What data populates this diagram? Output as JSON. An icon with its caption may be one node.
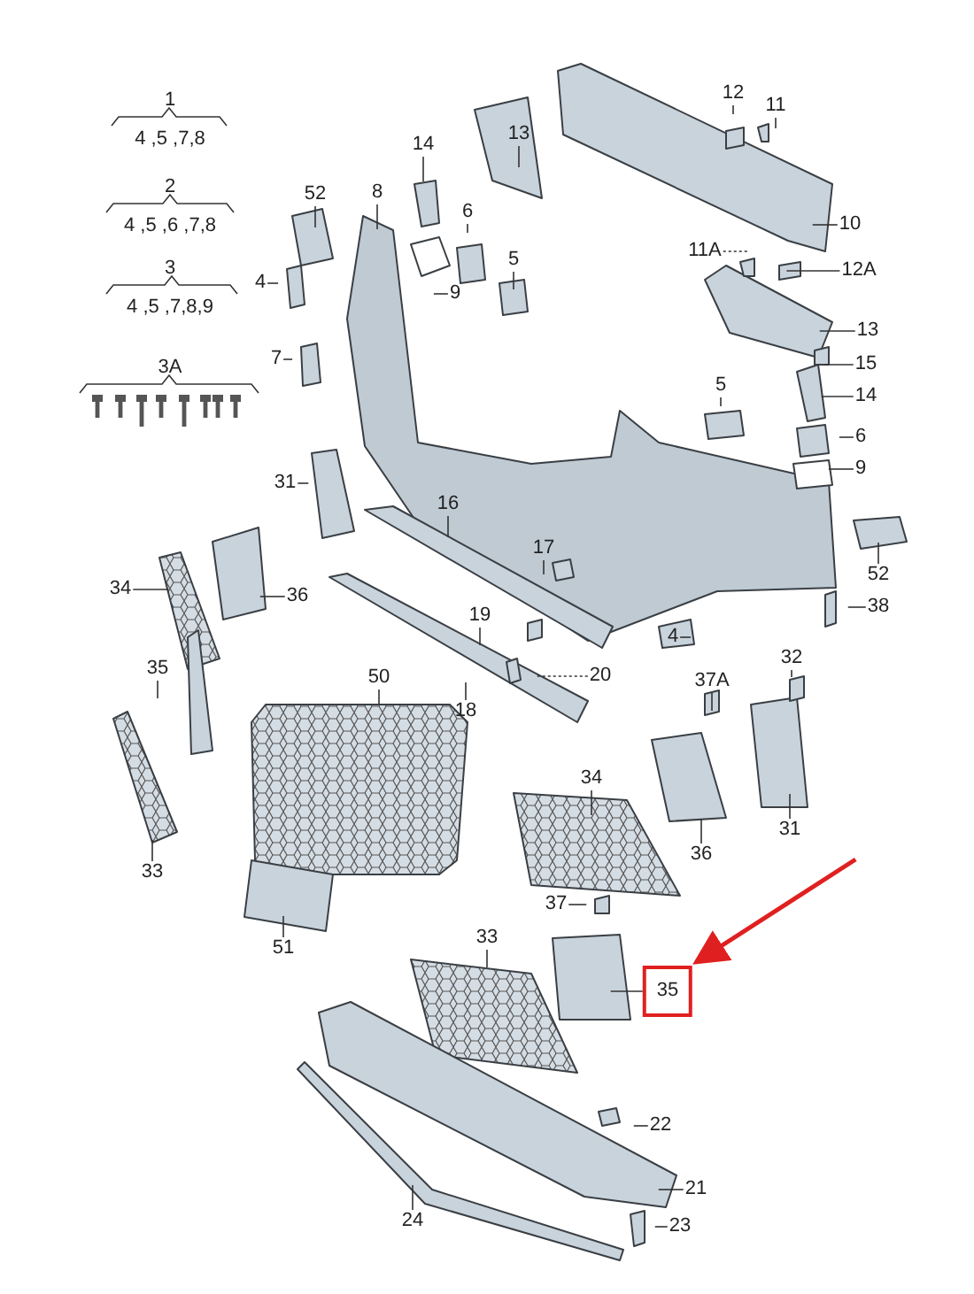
{
  "diagram": {
    "nodes": [
      {
        "text": [
          "14"
        ]
      },
      {
        "text": [
          "52"
        ]
      },
      {
        "text": [
          "8"
        ]
      },
      {
        "text": [
          "6"
        ]
      },
      {
        "text": [
          "5"
        ]
      },
      {
        "text": [
          "9"
        ]
      },
      {
        "text": [
          "4"
        ]
      },
      {
        "text": [
          "7"
        ]
      },
      {
        "text": [
          "12"
        ]
      },
      {
        "text": [
          "11"
        ]
      },
      {
        "text": [
          "13"
        ]
      },
      {
        "text": [
          "10"
        ]
      },
      {
        "text": [
          "11A"
        ]
      },
      {
        "text": [
          "12A"
        ]
      },
      {
        "text": [
          "13"
        ]
      },
      {
        "text": [
          "15"
        ]
      },
      {
        "text": [
          "14"
        ]
      },
      {
        "text": [
          "5"
        ]
      },
      {
        "text": [
          "6"
        ]
      },
      {
        "text": [
          "9"
        ]
      },
      {
        "text": [
          "52"
        ]
      },
      {
        "text": [
          "38"
        ]
      },
      {
        "text": [
          "4"
        ]
      },
      {
        "text": [
          "31"
        ]
      },
      {
        "text": [
          "16"
        ]
      },
      {
        "text": [
          "17"
        ]
      },
      {
        "text": [
          "34"
        ]
      },
      {
        "text": [
          "36"
        ]
      },
      {
        "text": [
          "19"
        ]
      },
      {
        "text": [
          "20"
        ]
      },
      {
        "text": [
          "18"
        ]
      },
      {
        "text": [
          "35"
        ]
      },
      {
        "text": [
          "50"
        ]
      },
      {
        "text": [
          "37A"
        ]
      },
      {
        "text": [
          "32"
        ]
      },
      {
        "text": [
          "34"
        ]
      },
      {
        "text": [
          "33"
        ]
      },
      {
        "text": [
          "36"
        ]
      },
      {
        "text": [
          "31"
        ]
      },
      {
        "text": [
          "51"
        ]
      },
      {
        "text": [
          "37"
        ]
      },
      {
        "text": [
          "33"
        ]
      },
      {
        "text": [
          "35"
        ]
      },
      {
        "text": [
          "22"
        ]
      },
      {
        "text": [
          "21"
        ]
      },
      {
        "text": [
          "24"
        ]
      },
      {
        "text": [
          "23"
        ]
      }
    ],
    "edges": [
      {
        "from": 0,
        "to": null,
        "arrow": "none"
      },
      {
        "from": 1,
        "to": null,
        "arrow": "none"
      },
      {
        "from": 2,
        "to": null,
        "arrow": "none"
      },
      {
        "from": 3,
        "to": null,
        "arrow": "none"
      },
      {
        "from": 4,
        "to": null,
        "arrow": "none"
      },
      {
        "from": 5,
        "to": null,
        "arrow": "none"
      },
      {
        "from": 6,
        "to": null,
        "arrow": "none"
      },
      {
        "from": 7,
        "to": null,
        "arrow": "none"
      },
      {
        "from": 8,
        "to": null,
        "arrow": "none"
      },
      {
        "from": 9,
        "to": null,
        "arrow": "none"
      },
      {
        "from": 10,
        "to": null,
        "arrow": "none"
      },
      {
        "from": 11,
        "to": null,
        "arrow": "none"
      },
      {
        "from": 12,
        "to": null,
        "arrow": "none",
        "style": "dashed"
      },
      {
        "from": 13,
        "to": null,
        "arrow": "none"
      },
      {
        "from": 14,
        "to": null,
        "arrow": "none"
      },
      {
        "from": 15,
        "to": null,
        "arrow": "none"
      },
      {
        "from": 16,
        "to": null,
        "arrow": "none"
      },
      {
        "from": 17,
        "to": null,
        "arrow": "none"
      },
      {
        "from": 18,
        "to": null,
        "arrow": "none"
      },
      {
        "from": 19,
        "to": null,
        "arrow": "none"
      },
      {
        "from": 20,
        "to": null,
        "arrow": "none"
      },
      {
        "from": 21,
        "to": null,
        "arrow": "none"
      },
      {
        "from": 22,
        "to": null,
        "arrow": "none"
      },
      {
        "from": 23,
        "to": null,
        "arrow": "none"
      },
      {
        "from": 24,
        "to": null,
        "arrow": "none"
      },
      {
        "from": 25,
        "to": null,
        "arrow": "none"
      },
      {
        "from": 26,
        "to": null,
        "arrow": "none"
      },
      {
        "from": 27,
        "to": null,
        "arrow": "none"
      },
      {
        "from": 28,
        "to": null,
        "arrow": "none"
      },
      {
        "from": 29,
        "to": null,
        "arrow": "none",
        "style": "dashed"
      },
      {
        "from": 30,
        "to": null,
        "arrow": "none"
      },
      {
        "from": 31,
        "to": null,
        "arrow": "none"
      },
      {
        "from": 32,
        "to": null,
        "arrow": "none"
      },
      {
        "from": 33,
        "to": null,
        "arrow": "none"
      },
      {
        "from": 34,
        "to": null,
        "arrow": "none"
      },
      {
        "from": 35,
        "to": null,
        "arrow": "none"
      },
      {
        "from": 36,
        "to": null,
        "arrow": "none"
      },
      {
        "from": 37,
        "to": null,
        "arrow": "none"
      },
      {
        "from": 38,
        "to": null,
        "arrow": "none"
      },
      {
        "from": 39,
        "to": null,
        "arrow": "none"
      },
      {
        "from": 40,
        "to": null,
        "arrow": "none"
      },
      {
        "from": 41,
        "to": null,
        "arrow": "none"
      },
      {
        "from": 42,
        "to": null,
        "arrow": "none"
      },
      {
        "from": 43,
        "to": null,
        "arrow": "none"
      },
      {
        "from": 44,
        "to": null,
        "arrow": "none"
      },
      {
        "from": 45,
        "to": null,
        "arrow": "none"
      },
      {
        "from": 46,
        "to": null,
        "arrow": "none"
      },
      {
        "from": null,
        "to": 42,
        "arrow": "to",
        "style": "thick",
        "color": "#e02020"
      }
    ],
    "labels": [
      "1",
      "4 ,5 ,7,8",
      "2",
      "4 ,5 ,6 ,7,8",
      "3",
      "4 ,5 ,7,8,9",
      "3A"
    ]
  }
}
